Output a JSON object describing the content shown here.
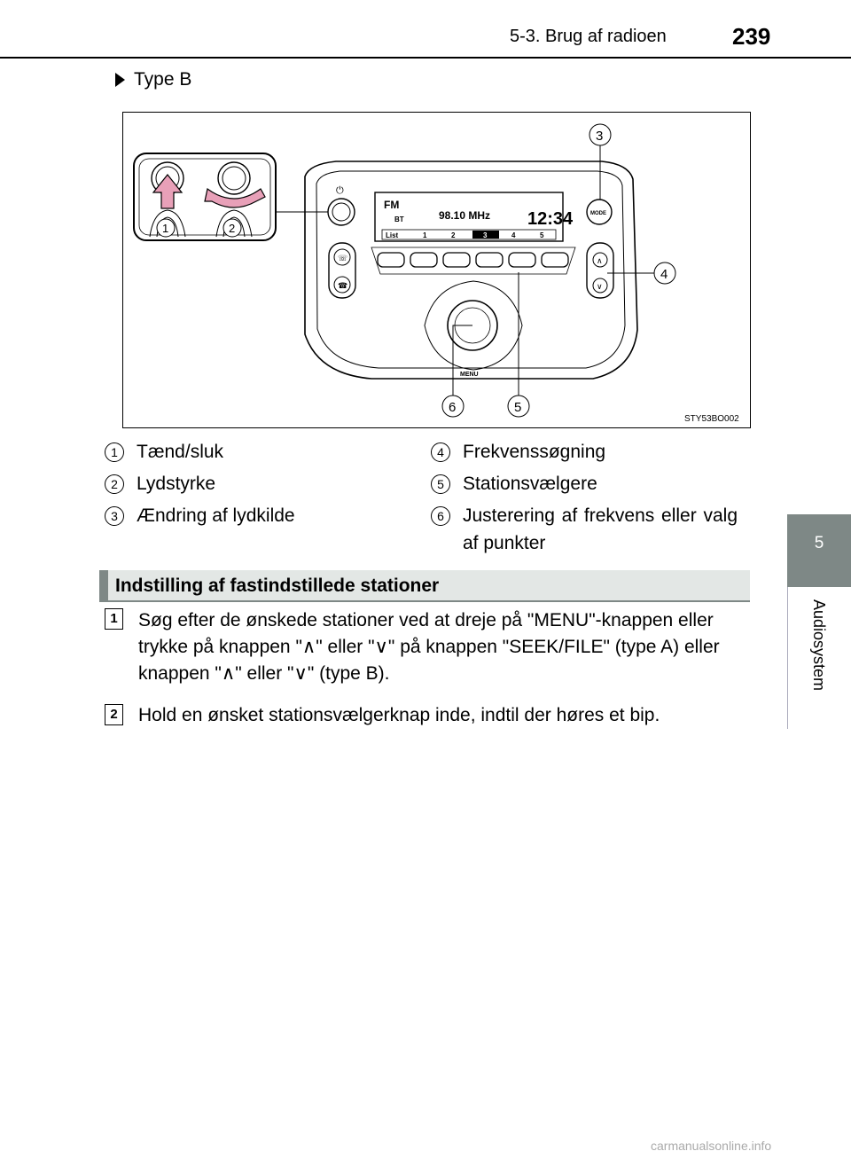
{
  "header": {
    "section": "5-3. Brug af radioen",
    "page_number": "239"
  },
  "side_tab": {
    "number": "5",
    "label": "Audiosystem"
  },
  "type_heading": "Type B",
  "figure": {
    "display_band": "FM",
    "display_bt": "BT",
    "display_freq": "98.10 MHz",
    "display_time": "12:34",
    "display_list": "List",
    "presets": [
      "1",
      "2",
      "3",
      "4",
      "5"
    ],
    "mode_label": "MODE",
    "menu_label": "MENU",
    "code": "STY53BO002",
    "callouts": [
      "1",
      "2",
      "3",
      "4",
      "5",
      "6"
    ]
  },
  "legend": [
    {
      "num": "1",
      "text": "Tænd/sluk"
    },
    {
      "num": "2",
      "text": "Lydstyrke"
    },
    {
      "num": "3",
      "text": "Ændring af lydkilde"
    },
    {
      "num": "4",
      "text": "Frekvenssøgning"
    },
    {
      "num": "5",
      "text": "Stationsvælgere"
    },
    {
      "num": "6",
      "text": "Justerering af frekvens eller valg af punkter"
    }
  ],
  "section_title": "Indstilling af fastindstillede stationer",
  "steps": [
    {
      "num": "1",
      "text": "Søg efter de ønskede stationer ved at dreje på \"MENU\"-knappen eller trykke på knappen \"∧\" eller \"∨\" på knappen \"SEEK/FILE\" (type A) eller knappen \"∧\" eller \"∨\" (type B)."
    },
    {
      "num": "2",
      "text": "Hold en ønsket stationsvælgerknap inde, indtil der høres et bip."
    }
  ],
  "footer": "carmanualsonline.info"
}
